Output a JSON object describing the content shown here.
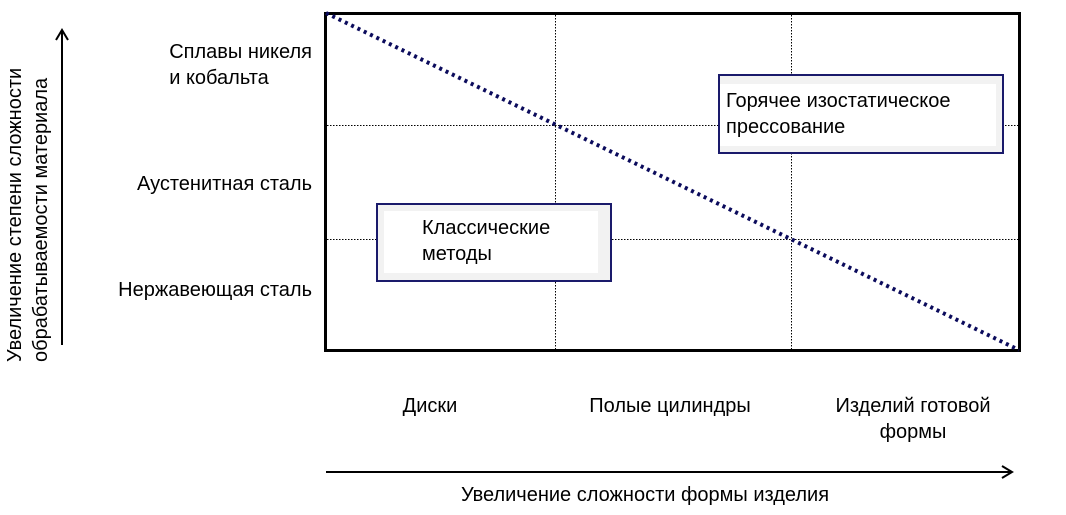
{
  "chart_data": {
    "type": "line",
    "title": "",
    "xlabel": "Увеличение сложности формы изделия",
    "ylabel": "Увеличение степени сложности обрабатываемости материала",
    "ylabel_lines": [
      "Увеличение степени сложности",
      "обрабатываемости материала"
    ],
    "x_categories": [
      "Диски",
      "Полые цилиндры",
      "Изделий готовой формы"
    ],
    "x_categories_lines": [
      [
        "Диски"
      ],
      [
        "Полые цилиндры"
      ],
      [
        "Изделий готовой",
        "формы"
      ]
    ],
    "y_categories": [
      "Нержавеющая сталь",
      "Аустенитная сталь",
      "Сплавы никеля и кобальта"
    ],
    "y_categories_lines": [
      [
        "Нержавеющая сталь"
      ],
      [
        "Аустенитная сталь"
      ],
      [
        "Сплавы никеля",
        "и кобальта"
      ]
    ],
    "grid": true,
    "grid_style": "dotted",
    "series": [
      {
        "name": "boundary",
        "style": "dotted",
        "color": "#0b0b5c",
        "x": [
          0,
          3
        ],
        "y": [
          3,
          0
        ]
      }
    ],
    "regions": [
      {
        "label": "Классические методы",
        "lines": [
          "Классические",
          "методы"
        ],
        "position": "below line"
      },
      {
        "label": "Горячее изостатическое прессование",
        "lines": [
          "Горячее изостатическое",
          "прессование"
        ],
        "position": "above line"
      }
    ],
    "xlim": [
      0,
      3
    ],
    "ylim": [
      0,
      3
    ]
  },
  "colors": {
    "line": "#0b0b5c",
    "box_border": "#1a1a6b",
    "box_fill": "#f2f2f2",
    "axis": "#000000"
  }
}
